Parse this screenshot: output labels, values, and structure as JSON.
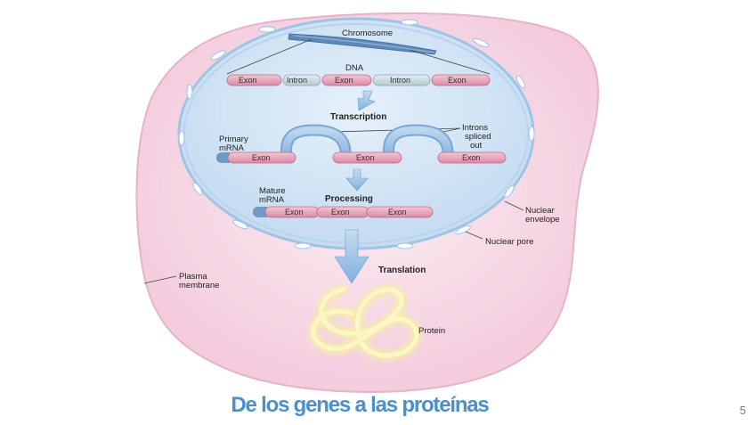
{
  "slide": {
    "title": "De los genes a las proteínas",
    "page_number": "5"
  },
  "colors": {
    "cell": "#f8dfe9",
    "nucleus": "#d6e6f6",
    "exon": "#e6a5b8",
    "intron": "#c8d7e0",
    "title": "#4a8fd0"
  },
  "labels": {
    "chromosome": "Chromosome",
    "dna": "DNA",
    "transcription": "Transcription",
    "introns_spliced_out": [
      "Introns",
      "spliced",
      "out"
    ],
    "primary_mrna": [
      "Primary",
      "mRNA"
    ],
    "mature_mrna": [
      "Mature",
      "mRNA"
    ],
    "processing": "Processing",
    "nuclear_envelope": [
      "Nuclear",
      "envelope"
    ],
    "nuclear_pore": "Nuclear pore",
    "translation": "Translation",
    "plasma_membrane": [
      "Plasma",
      "membrane"
    ],
    "protein": "Protein"
  },
  "dna_segments": [
    "Exon",
    "Intron",
    "Exon",
    "Intron",
    "Exon"
  ],
  "primary_segments": [
    "Exon",
    "Exon",
    "Exon"
  ],
  "mature_segments": [
    "Exon",
    "Exon",
    "Exon"
  ]
}
